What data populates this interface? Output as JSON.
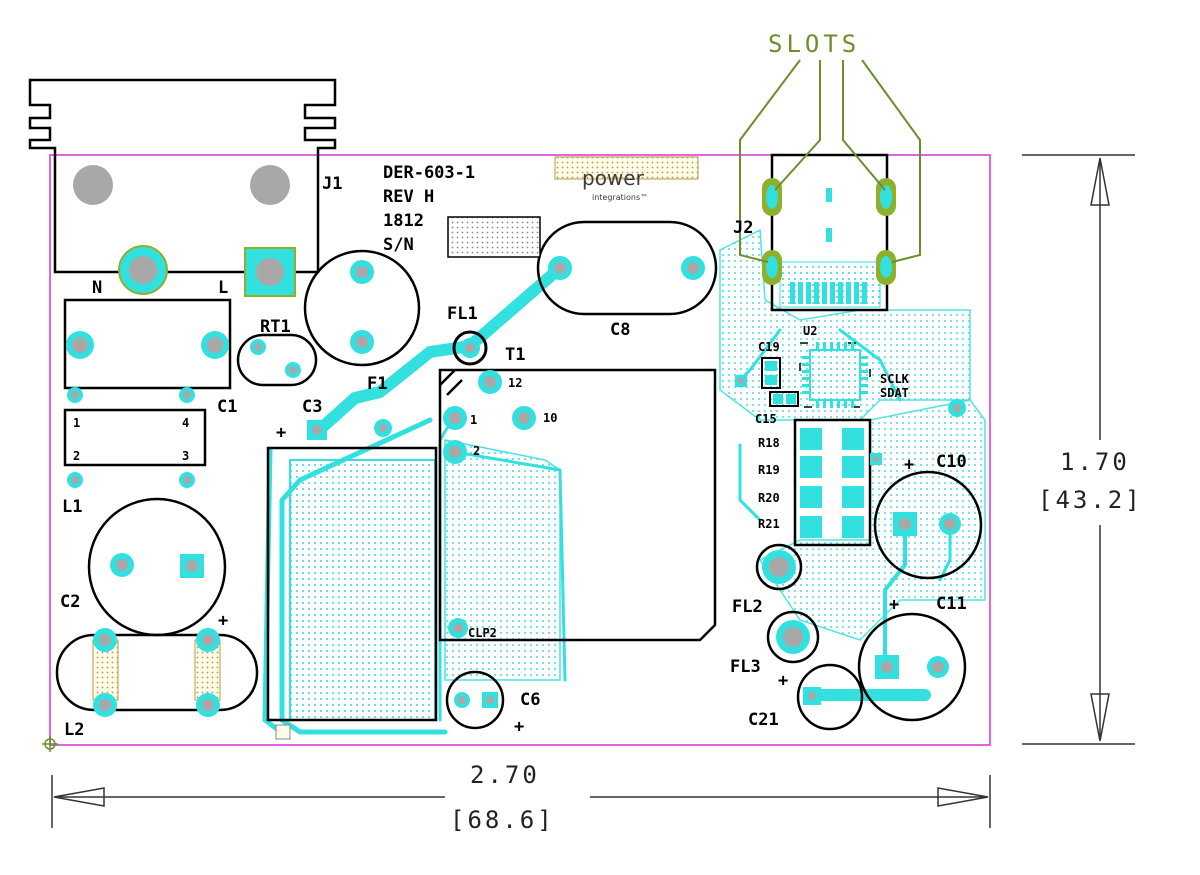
{
  "title_block": {
    "line1": "DER-603-1",
    "line2": "REV H",
    "line3": "1812",
    "line4": "S/N"
  },
  "logo": {
    "word": "power",
    "sub": "integrations™"
  },
  "slots_label": "SLOTS",
  "dimensions": {
    "height_in": "1.70",
    "height_mm": "[43.2]",
    "width_in": "2.70",
    "width_mm": "[68.6]"
  },
  "designators": {
    "J1": "J1",
    "J2": "J2",
    "N": "N",
    "L": "L",
    "RT1": "RT1",
    "C1": "C1",
    "F1": "F1",
    "FL1": "FL1",
    "T1": "T1",
    "C3": "C3",
    "C8": "C8",
    "U2": "U2",
    "C19": "C19",
    "C15": "C15",
    "SCLK": "SCLK",
    "SDAT": "SDAT",
    "R18": "R18",
    "R19": "R19",
    "R20": "R20",
    "R21": "R21",
    "C10": "C10",
    "C11": "C11",
    "FL2": "FL2",
    "FL3": "FL3",
    "C21": "C21",
    "C2": "C2",
    "L1": "L1",
    "L2": "L2",
    "C6": "C6",
    "CLP2": "CLP2",
    "pin12": "12",
    "pin1": "1",
    "pin10": "10",
    "pin2": "2",
    "l1p1": "1",
    "l1p4": "4",
    "l1p2": "2",
    "l1p3": "3",
    "plus": "+"
  },
  "colors": {
    "board_outline": "#e066e0",
    "copper": "#33e0e0",
    "copper_light": "#9ff0f0",
    "hole": "#a8a8a8",
    "silkscreen": "#000000",
    "slots": "#6b8f2a",
    "pad_green": "#8fb02a"
  }
}
